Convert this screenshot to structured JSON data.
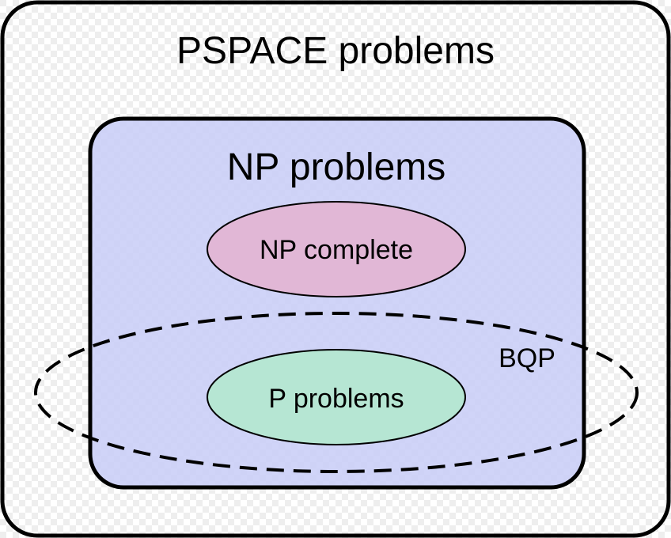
{
  "diagram": {
    "labels": {
      "pspace": "PSPACE problems",
      "np": "NP problems",
      "np_complete": "NP complete",
      "p": "P problems",
      "bqp": "BQP"
    },
    "colors": {
      "background": "#ffffff",
      "checker": "#eeeeee",
      "outline": "#000000",
      "np_fill": "#c8ccf7",
      "np_complete_fill": "#e1b7d6",
      "p_fill": "#b6e6d3"
    }
  }
}
